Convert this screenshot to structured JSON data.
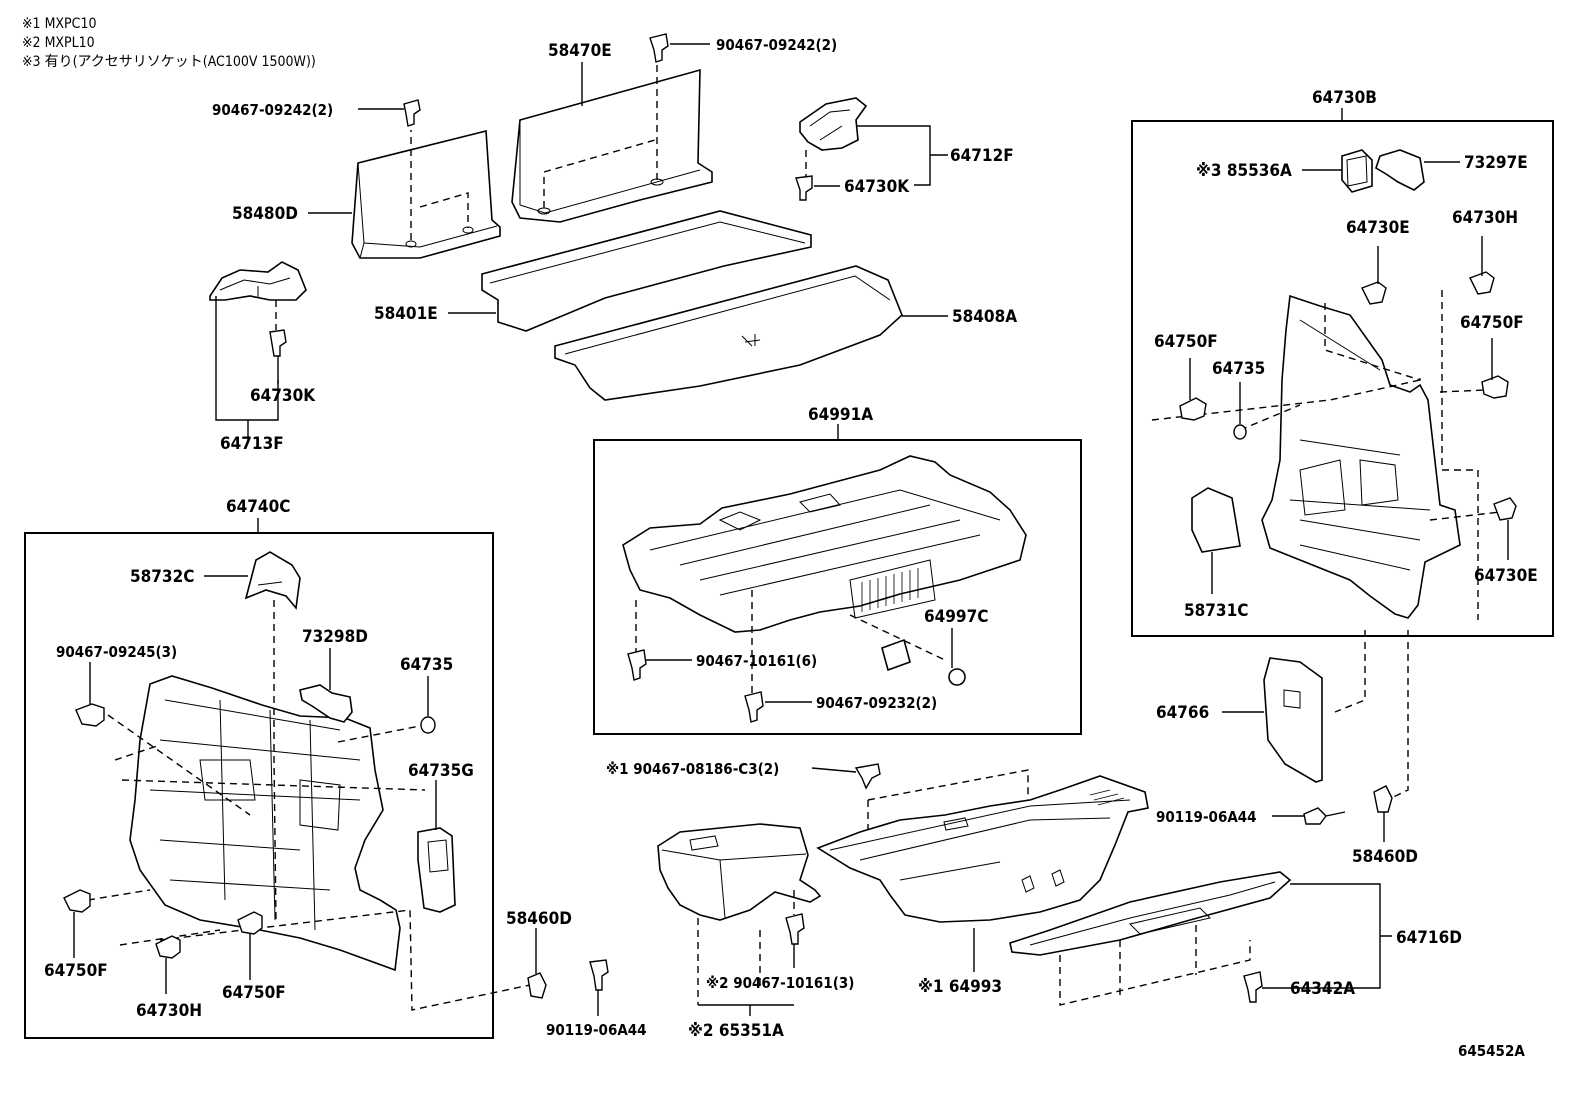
{
  "notes": [
    "※1 MXPC10",
    "※2 MXPL10",
    "※3 有り(アクセサリソケット(AC100V 1500W))"
  ],
  "labels": {
    "p58470E": "58470E",
    "p90467_09242_top": "90467-09242(2)",
    "p90467_09242_left": "90467-09242(2)",
    "p58480D": "58480D",
    "p58401E": "58401E",
    "p58408A": "58408A",
    "p64712F": "64712F",
    "p64730K_top": "64730K",
    "p64730K_left": "64730K",
    "p64713F": "64713F",
    "p64991A": "64991A",
    "p90467_10161_6": "90467-10161(6)",
    "p90467_09232": "90467-09232(2)",
    "p64997C": "64997C",
    "p64740C": "64740C",
    "p58732C": "58732C",
    "p73298D": "73298D",
    "p90467_09245": "90467-09245(3)",
    "p64735_left": "64735",
    "p64735G": "64735G",
    "p64750F_l1": "64750F",
    "p64730H_left": "64730H",
    "p64750F_l2": "64750F",
    "p58460D_left": "58460D",
    "p90119_left": "90119-06A44",
    "p90467_08186": "※1 90467-08186-C3(2)",
    "p90467_10161_3": "※2 90467-10161(3)",
    "p65351A": "※2 65351A",
    "p64993": "※1 64993",
    "p64730B": "64730B",
    "p85536A": "※3 85536A",
    "p73297E": "73297E",
    "p64730E_top": "64730E",
    "p64730H_right": "64730H",
    "p64750F_r1": "64750F",
    "p64735_right": "64735",
    "p64750F_r2": "64750F",
    "p58731C": "58731C",
    "p64730E_right": "64730E",
    "p64766": "64766",
    "p90119_right": "90119-06A44",
    "p58460D_right": "58460D",
    "p64716D": "64716D",
    "p64342A": "64342A",
    "diagram_id": "645452A"
  }
}
